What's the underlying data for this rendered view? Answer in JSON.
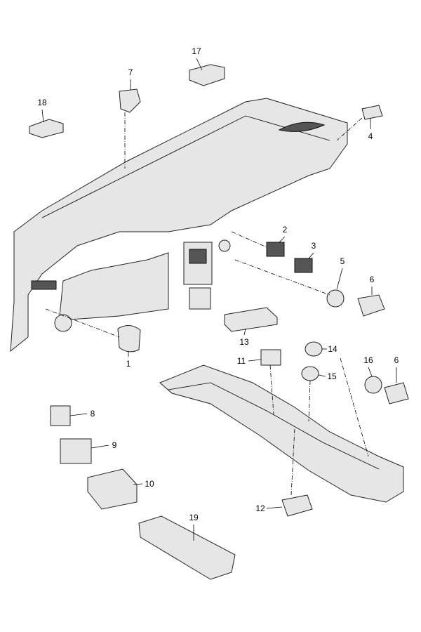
{
  "diagram": {
    "callouts": [
      {
        "id": "c17",
        "label": "17"
      },
      {
        "id": "c7",
        "label": "7"
      },
      {
        "id": "c18",
        "label": "18"
      },
      {
        "id": "c4",
        "label": "4"
      },
      {
        "id": "c2",
        "label": "2"
      },
      {
        "id": "c3",
        "label": "3"
      },
      {
        "id": "c5",
        "label": "5"
      },
      {
        "id": "c6a",
        "label": "6"
      },
      {
        "id": "c1",
        "label": "1"
      },
      {
        "id": "c13",
        "label": "13"
      },
      {
        "id": "c14",
        "label": "14"
      },
      {
        "id": "c11",
        "label": "11"
      },
      {
        "id": "c15",
        "label": "15"
      },
      {
        "id": "c16",
        "label": "16"
      },
      {
        "id": "c6b",
        "label": "6"
      },
      {
        "id": "c8",
        "label": "8"
      },
      {
        "id": "c9",
        "label": "9"
      },
      {
        "id": "c10",
        "label": "10"
      },
      {
        "id": "c12",
        "label": "12"
      },
      {
        "id": "c19",
        "label": "19"
      }
    ]
  }
}
